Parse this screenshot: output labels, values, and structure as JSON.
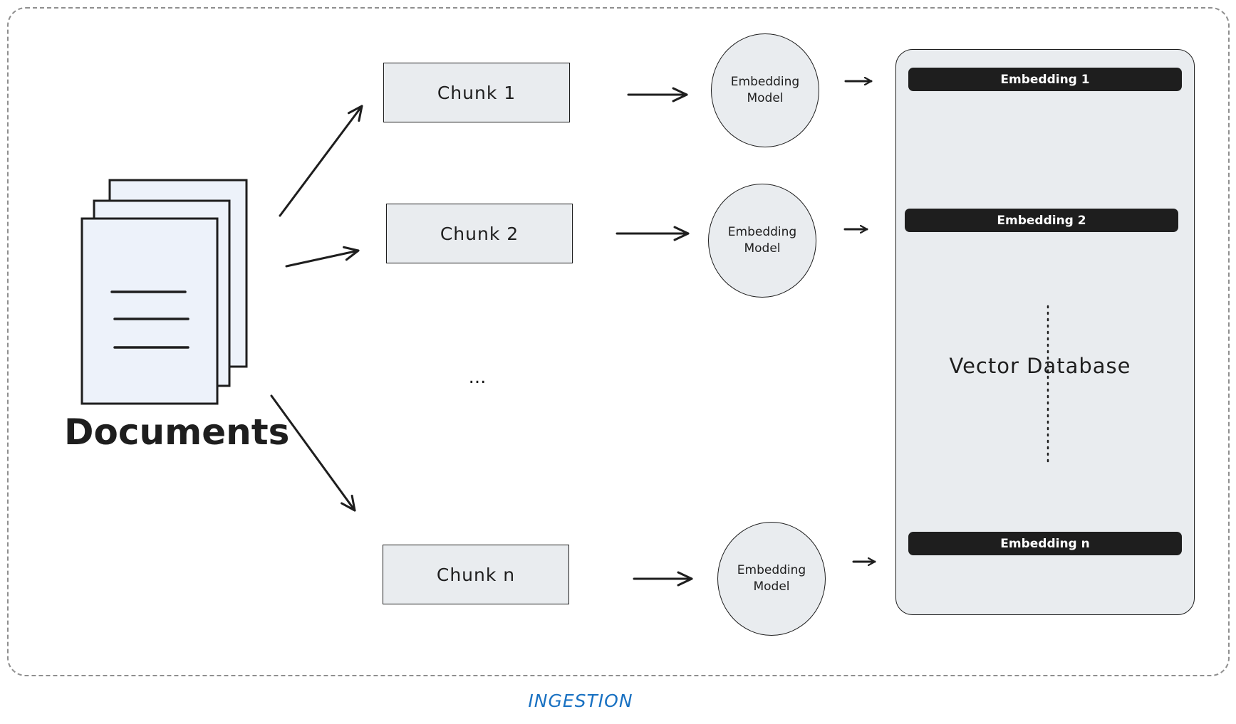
{
  "documents": {
    "label": "Documents"
  },
  "chunks": [
    {
      "label": "Chunk 1"
    },
    {
      "label": "Chunk 2"
    },
    {
      "label": "Chunk n"
    }
  ],
  "ellipsis": "...",
  "embedding_models": [
    {
      "label": "Embedding\nModel"
    },
    {
      "label": "Embedding\nModel"
    },
    {
      "label": "Embedding\nModel"
    }
  ],
  "vector_database": {
    "label": "Vector Database",
    "embeddings": [
      {
        "label": "Embedding 1"
      },
      {
        "label": "Embedding 2"
      },
      {
        "label": "Embedding n"
      }
    ]
  },
  "section": {
    "label": "INGESTION",
    "color": "#1971c2"
  },
  "colors": {
    "ink": "#1e1e1e",
    "box_fill": "#e9ecef",
    "document_fill": "#edf2fa"
  }
}
